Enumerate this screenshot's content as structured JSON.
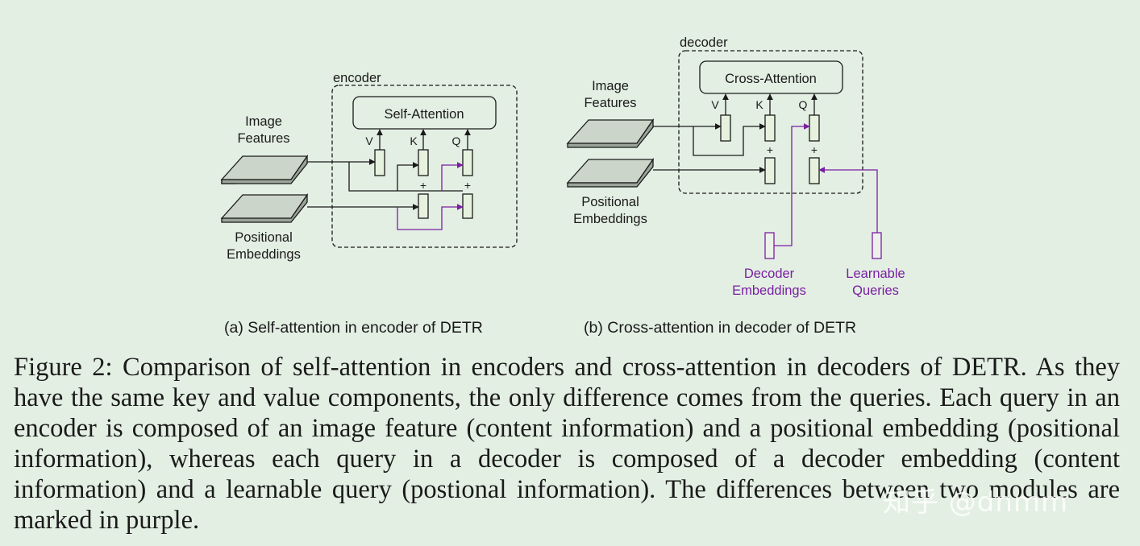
{
  "figure": {
    "panel_a": {
      "box_label": "encoder",
      "block": "Self-Attention",
      "inputs": {
        "image_features": [
          "Image",
          "Features"
        ],
        "positional_embeddings": [
          "Positional",
          "Embeddings"
        ]
      },
      "vkq": [
        "V",
        "K",
        "Q"
      ],
      "plus": "+",
      "subcaption": "(a) Self-attention in encoder of DETR"
    },
    "panel_b": {
      "box_label": "decoder",
      "block": "Cross-Attention",
      "inputs": {
        "image_features": [
          "Image",
          "Features"
        ],
        "positional_embeddings": [
          "Positional",
          "Embeddings"
        ]
      },
      "vkq": [
        "V",
        "K",
        "Q"
      ],
      "plus": "+",
      "decoder_embeddings": [
        "Decoder",
        "Embeddings"
      ],
      "learnable_queries": [
        "Learnable",
        "Queries"
      ],
      "subcaption": "(b) Cross-attention in decoder of DETR"
    },
    "colors": {
      "background": "#e3efe3",
      "highlight": "#7a1fa2",
      "vector_fill": "#e6f2de"
    }
  },
  "caption": "Figure 2: Comparison of self-attention in encoders and cross-attention in decoders of DETR. As they have the same key and value components, the only difference comes from the queries. Each query in an encoder is composed of an image feature (content information) and a positional embedding (positional information), whereas each query in a decoder is composed of a decoder embedding (content information) and a learnable query (postional information). The differences between two modules are marked in purple.",
  "watermark": "知乎 @dnmm"
}
